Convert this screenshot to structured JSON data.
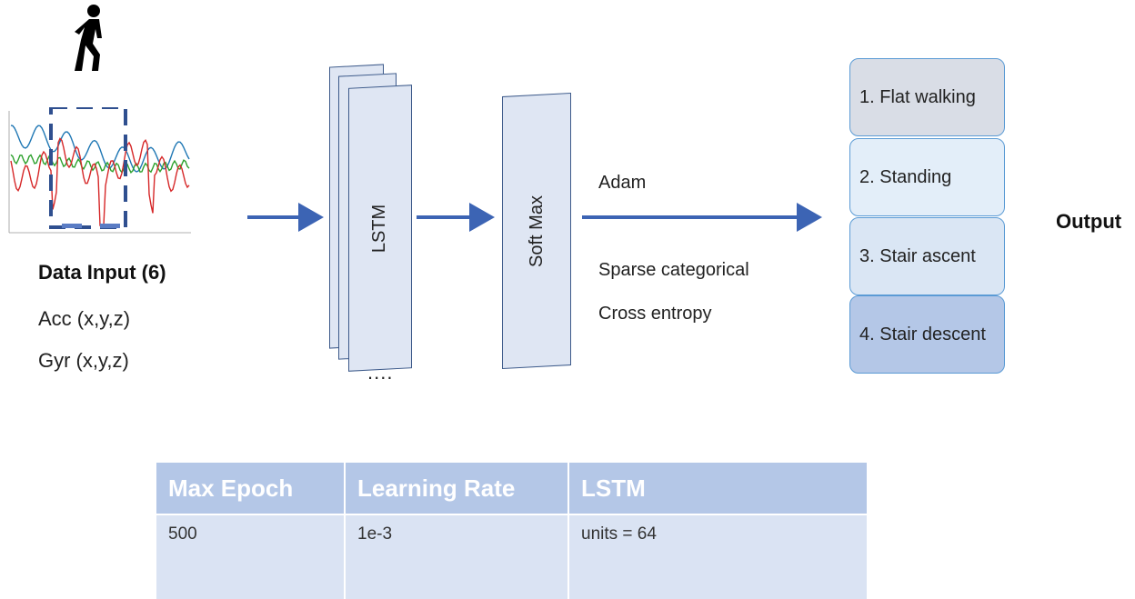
{
  "input": {
    "icon": "walking-person-icon",
    "title": "Data Input (6)",
    "acc": "Acc (x,y,z)",
    "gyr": "Gyr (x,y,z)"
  },
  "lstm": {
    "label": "LSTM",
    "dots": "...."
  },
  "softmax": {
    "label": "Soft Max"
  },
  "training": {
    "optimizer": "Adam",
    "loss_line1": "Sparse categorical",
    "loss_line2": "Cross entropy"
  },
  "output": {
    "title": "Output",
    "classes": [
      "1. Flat walking",
      "2. Standing",
      "3. Stair ascent",
      "4. Stair descent"
    ]
  },
  "table": {
    "headers": [
      "Max Epoch",
      "Learning Rate",
      "LSTM"
    ],
    "row": [
      "500",
      "1e-3",
      "units = 64"
    ]
  },
  "colors": {
    "arrow": "#3c64b4",
    "box_fill": "#dfe6f3",
    "box_border": "#3d5a8a",
    "output_fills": [
      "#d9dde6",
      "#e3eef9",
      "#dae6f4",
      "#b4c7e7"
    ],
    "table_header": "#b4c7e7",
    "table_cell": "#dae3f3",
    "signal_colors": [
      "#1f77b4",
      "#2ca02c",
      "#d62728"
    ]
  }
}
